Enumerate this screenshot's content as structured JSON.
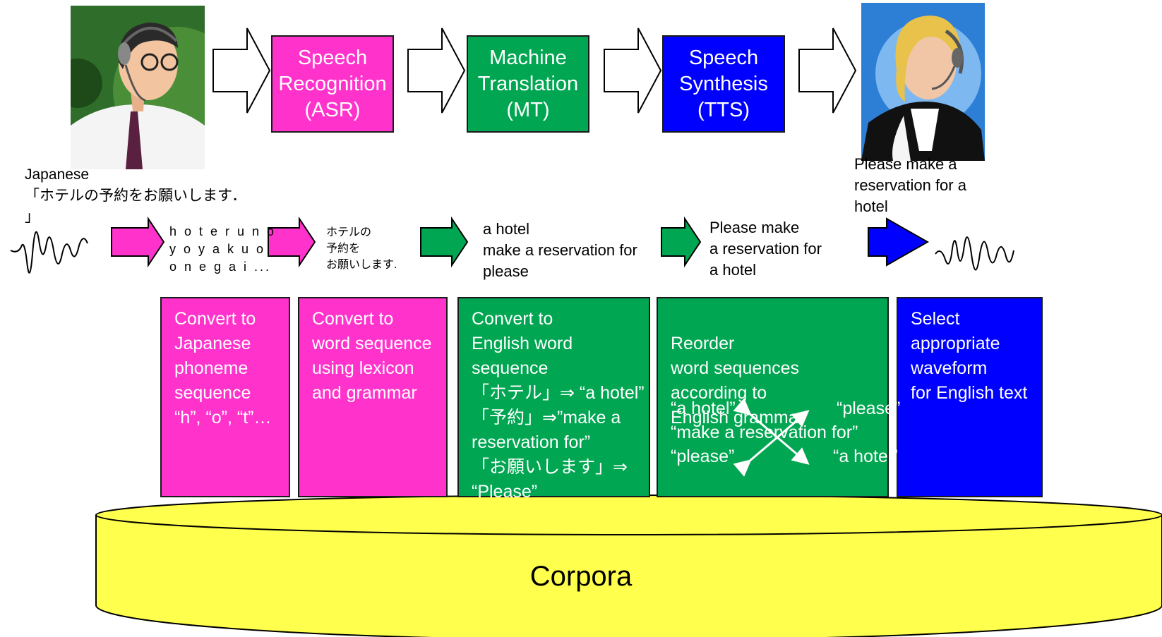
{
  "colors": {
    "asr": "#ff33cc",
    "mt": "#00a651",
    "tts": "#0000ff",
    "corpora": "#ffff4d"
  },
  "top_modules": [
    {
      "label": "Speech\nRecognition\n(ASR)"
    },
    {
      "label": "Machine\nTranslation\n(MT)"
    },
    {
      "label": "Speech\nSynthesis\n(TTS)"
    }
  ],
  "speaker_left": {
    "icon": "male-operator-headset-icon"
  },
  "speaker_right": {
    "icon": "female-operator-headset-icon"
  },
  "input_label": "Japanese\n「ホテルの予約をお願いします．\n」",
  "output_label": "Please make a\nreservation for a\nhotel",
  "intermediate": [
    {
      "text": "h o t e r u n o\ny o y a k u o\no n e g a i ..."
    },
    {
      "text": "ホテルの\n予約を\nお願いします."
    },
    {
      "text": "a hotel\nmake a reservation for\nplease"
    },
    {
      "text": "Please make\na reservation for\na hotel"
    }
  ],
  "panels": [
    {
      "text": "Convert  to\nJapanese\nphoneme\nsequence\n“h”, “o”, “t”…"
    },
    {
      "text": "Convert to\nword sequence\nusing lexicon\nand grammar"
    },
    {
      "text": "Convert to\nEnglish word\nsequence\n「ホテル」⇒ “a hotel”\n「予約」⇒”make a\nreservation for”\n「お願いします」⇒\n“Please”"
    },
    {
      "text": "Reorder\nword sequences\n according to\nEnglish grammar"
    },
    {
      "text": "Select\nappropriate\nwaveform\n for English text"
    }
  ],
  "reorder": {
    "left": [
      "“a hotel”",
      "“make a reservation for”",
      "“please”"
    ],
    "right": [
      "“please”",
      "“a hotel”"
    ]
  },
  "corpora_label": "Corpora"
}
